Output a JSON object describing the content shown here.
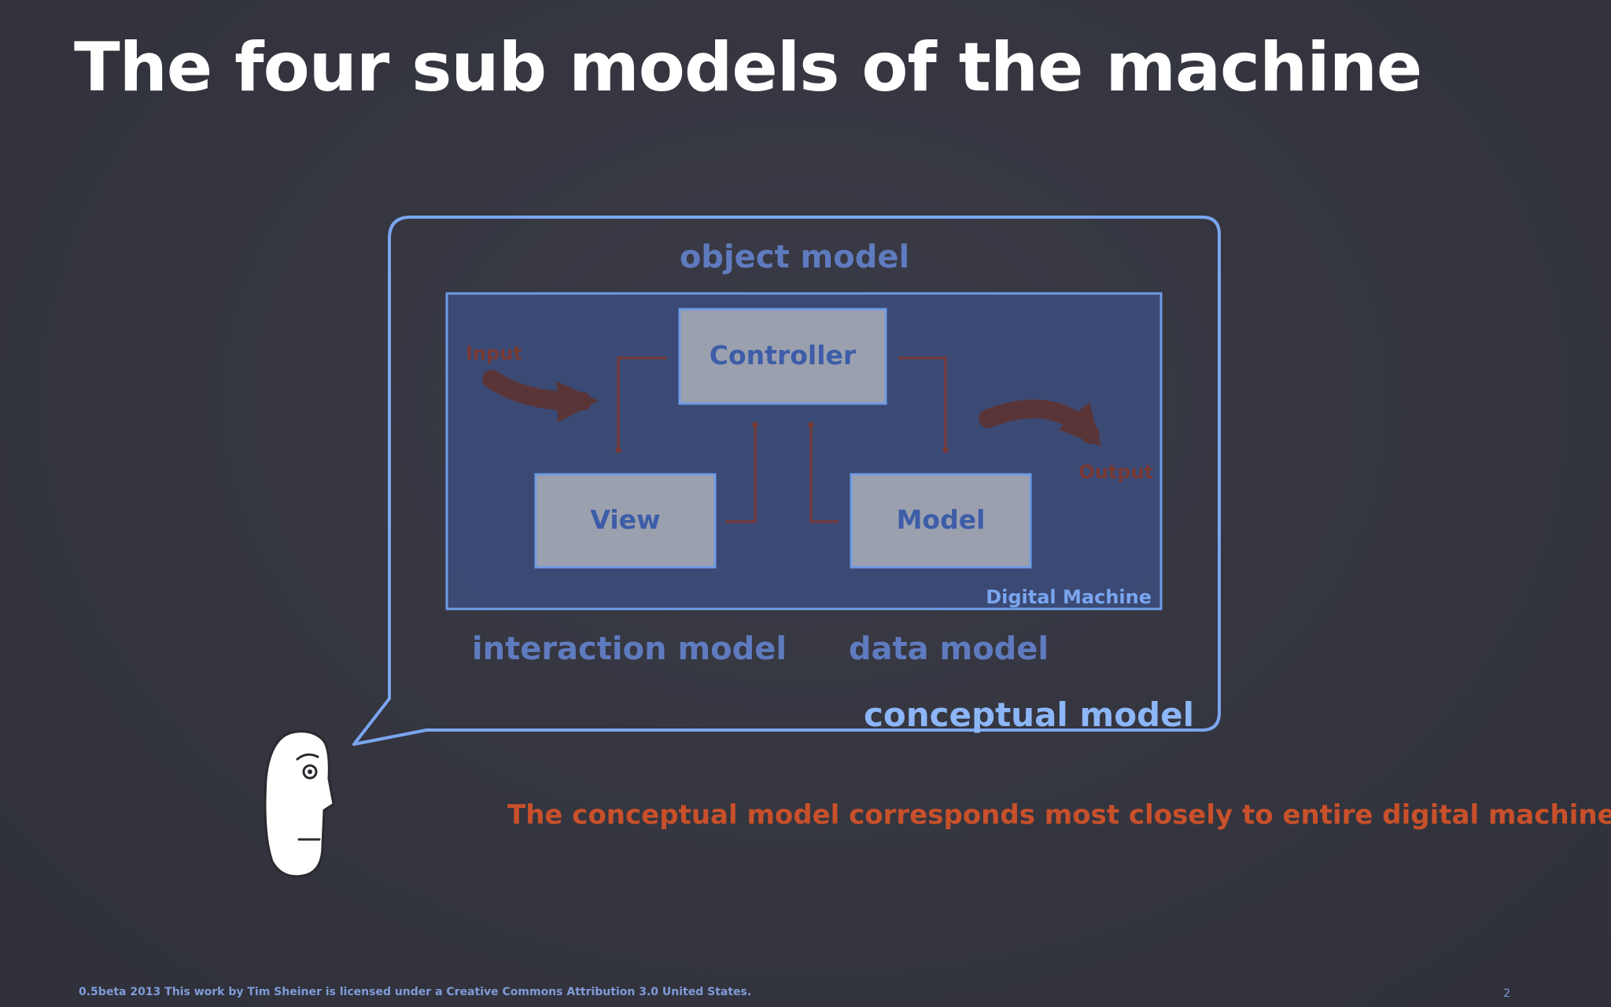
{
  "slide": {
    "title": "The four sub models of the machine",
    "caption": "The conceptual model corresponds most closely to entire digital machine.",
    "footer": "0.5beta 2013  This work by Tim Sheiner is licensed under a Creative Commons Attribution 3.0 United States.",
    "page_number": "2"
  },
  "diagram": {
    "object_model_label": "object model",
    "interaction_model_label": "interaction model",
    "data_model_label": "data model",
    "conceptual_model_label": "conceptual model",
    "machine_label": "Digital Machine",
    "controller_label": "Controller",
    "view_label": "View",
    "model_label": "Model",
    "input_label": "Input",
    "output_label": "Output"
  },
  "colors": {
    "background": "#34353f",
    "bubble_stroke": "#7aa6f0",
    "machine_fill": "#3c4d7c",
    "box_fill": "#a4a7b4",
    "box_text": "#3d5da8",
    "model_label": "#5f7bbf",
    "arrow_red": "#7a3a34",
    "caption_orange": "#c8502a"
  }
}
